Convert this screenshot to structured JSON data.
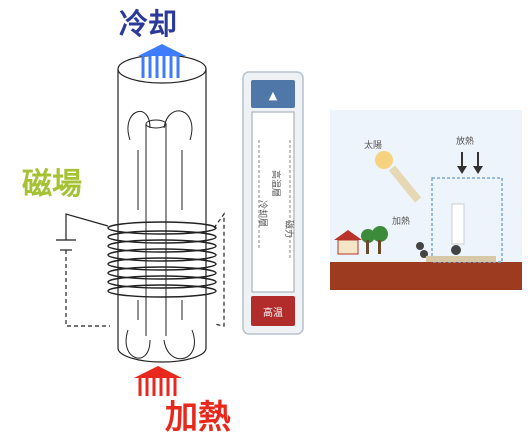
{
  "labels": {
    "cooling": "冷却",
    "magnetic_field": "磁場",
    "heating": "加熱"
  },
  "colors": {
    "cooling": "#2b3a9a",
    "cooling_arrows": "#3f7bff",
    "heating": "#e8281c",
    "magnetic_field": "#a4c232"
  },
  "middle_panel": {
    "top_label": "▲",
    "bottom_label": "高温",
    "column_texts": [
      "冷却層",
      "高温層",
      "磁力"
    ]
  },
  "right_panel": {
    "sun_label": "太陽",
    "top_label": "放熱",
    "left_label": "加熱"
  }
}
